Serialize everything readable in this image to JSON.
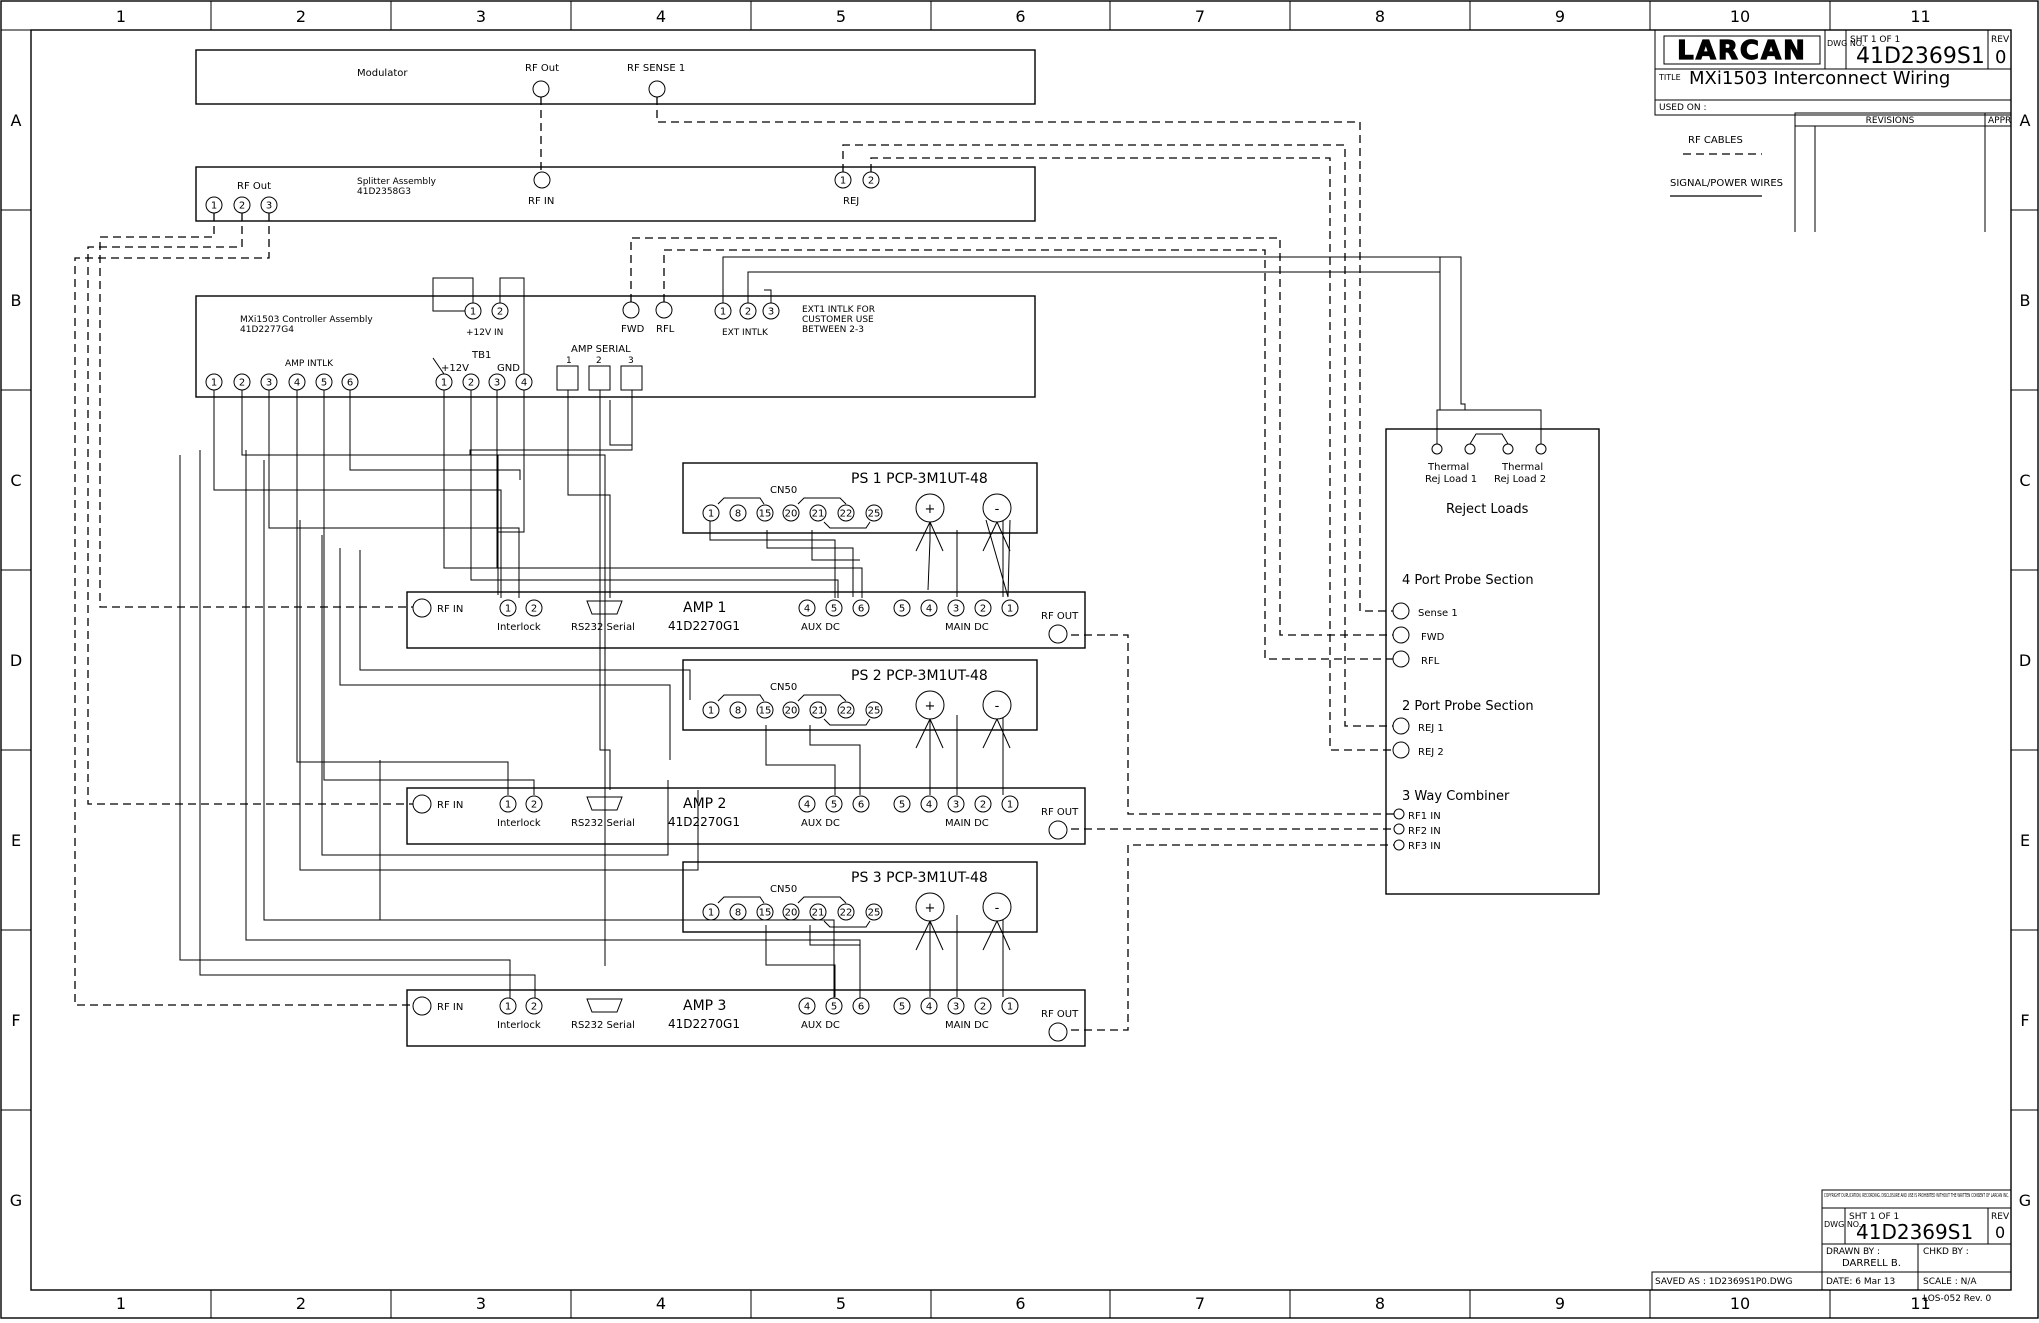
{
  "frame": {
    "columns": [
      "1",
      "2",
      "3",
      "4",
      "5",
      "6",
      "7",
      "8",
      "9",
      "10",
      "11"
    ],
    "rows": [
      "A",
      "B",
      "C",
      "D",
      "E",
      "F",
      "G"
    ]
  },
  "title_block": {
    "dwg_no_label": "DWG NO.",
    "sheet": "SHT 1 OF 1",
    "dwg_no": "41D2369S1",
    "rev_label": "REV",
    "rev": "0",
    "title_label": "TITLE",
    "title": "MXi1503 Interconnect Wiring",
    "used_on": "USED ON :",
    "revisions": "REVISIONS",
    "appr": "APPR",
    "logo": "LARCAN"
  },
  "legend": {
    "rf_cables": "RF CABLES",
    "signal_power": "SIGNAL/POWER WIRES"
  },
  "bottom_block": {
    "copyright": "COPYRIGHT DUPLICATION, RECORDING, DISCLOSURE AND USE IS PROHIBITED WITHOUT THE WRITTEN CONSENT OF LARCAN INC.",
    "sheet": "SHT 1 OF 1",
    "dwg_no": "41D2369S1",
    "rev": "0",
    "drawn_by_label": "DRAWN BY :",
    "drawn_by": "DARRELL B.",
    "chkd_by_label": "CHKD BY :",
    "saved_as": "SAVED AS : 1D2369S1P0.DWG",
    "date": "DATE: 6 Mar 13",
    "scale": "SCALE : N/A",
    "form": "LOS-052  Rev. 0"
  },
  "modulator": {
    "name": "Modulator",
    "rf_out": "RF Out",
    "rf_sense": "RF SENSE 1"
  },
  "splitter": {
    "rf_out": "RF Out",
    "name": "Splitter Assembly",
    "part": "41D2358G3",
    "rf_in": "RF IN",
    "rej": "REJ"
  },
  "controller": {
    "name": "MXi1503 Controller Assembly",
    "part": "41D2277G4",
    "amp_intlk": "AMP INTLK",
    "p12v_in": "+12V IN",
    "tb1": "TB1",
    "p12v": "+12V",
    "gnd": "GND",
    "amp_serial": "AMP SERIAL",
    "fwd": "FWD",
    "rfl": "RFL",
    "ext_intlk": "EXT INTLK",
    "ext_note": [
      "EXT1 INTLK FOR",
      "CUSTOMER USE",
      "BETWEEN 2-3"
    ]
  },
  "ps_units": [
    {
      "title": "PS 1  PCP-3M1UT-48",
      "cn": "CN50"
    },
    {
      "title": "PS 2  PCP-3M1UT-48",
      "cn": "CN50"
    },
    {
      "title": "PS 3  PCP-3M1UT-48",
      "cn": "CN50"
    }
  ],
  "ps_pins": [
    "1",
    "8",
    "15",
    "20",
    "21",
    "22",
    "25"
  ],
  "amps": [
    {
      "title": "AMP 1",
      "part": "41D2270G1"
    },
    {
      "title": "AMP 2",
      "part": "41D2270G1"
    },
    {
      "title": "AMP 3",
      "part": "41D2270G1"
    }
  ],
  "amp_labels": {
    "rf_in": "RF IN",
    "interlock": "Interlock",
    "rs232": "RS232 Serial",
    "aux_dc": "AUX DC",
    "main_dc": "MAIN DC",
    "rf_out": "RF OUT"
  },
  "reject": {
    "thermal1": [
      "Thermal",
      "Rej Load 1"
    ],
    "thermal2": [
      "Thermal",
      "Rej Load 2"
    ],
    "title": "Reject Loads",
    "four_port": "4 Port Probe Section",
    "sense1": "Sense 1",
    "fwd": "FWD",
    "rfl": "RFL",
    "two_port": "2 Port Probe Section",
    "rej1": "REJ 1",
    "rej2": "REJ 2",
    "combiner": "3 Way Combiner",
    "rf1": "RF1 IN",
    "rf2": "RF2 IN",
    "rf3": "RF3 IN"
  }
}
